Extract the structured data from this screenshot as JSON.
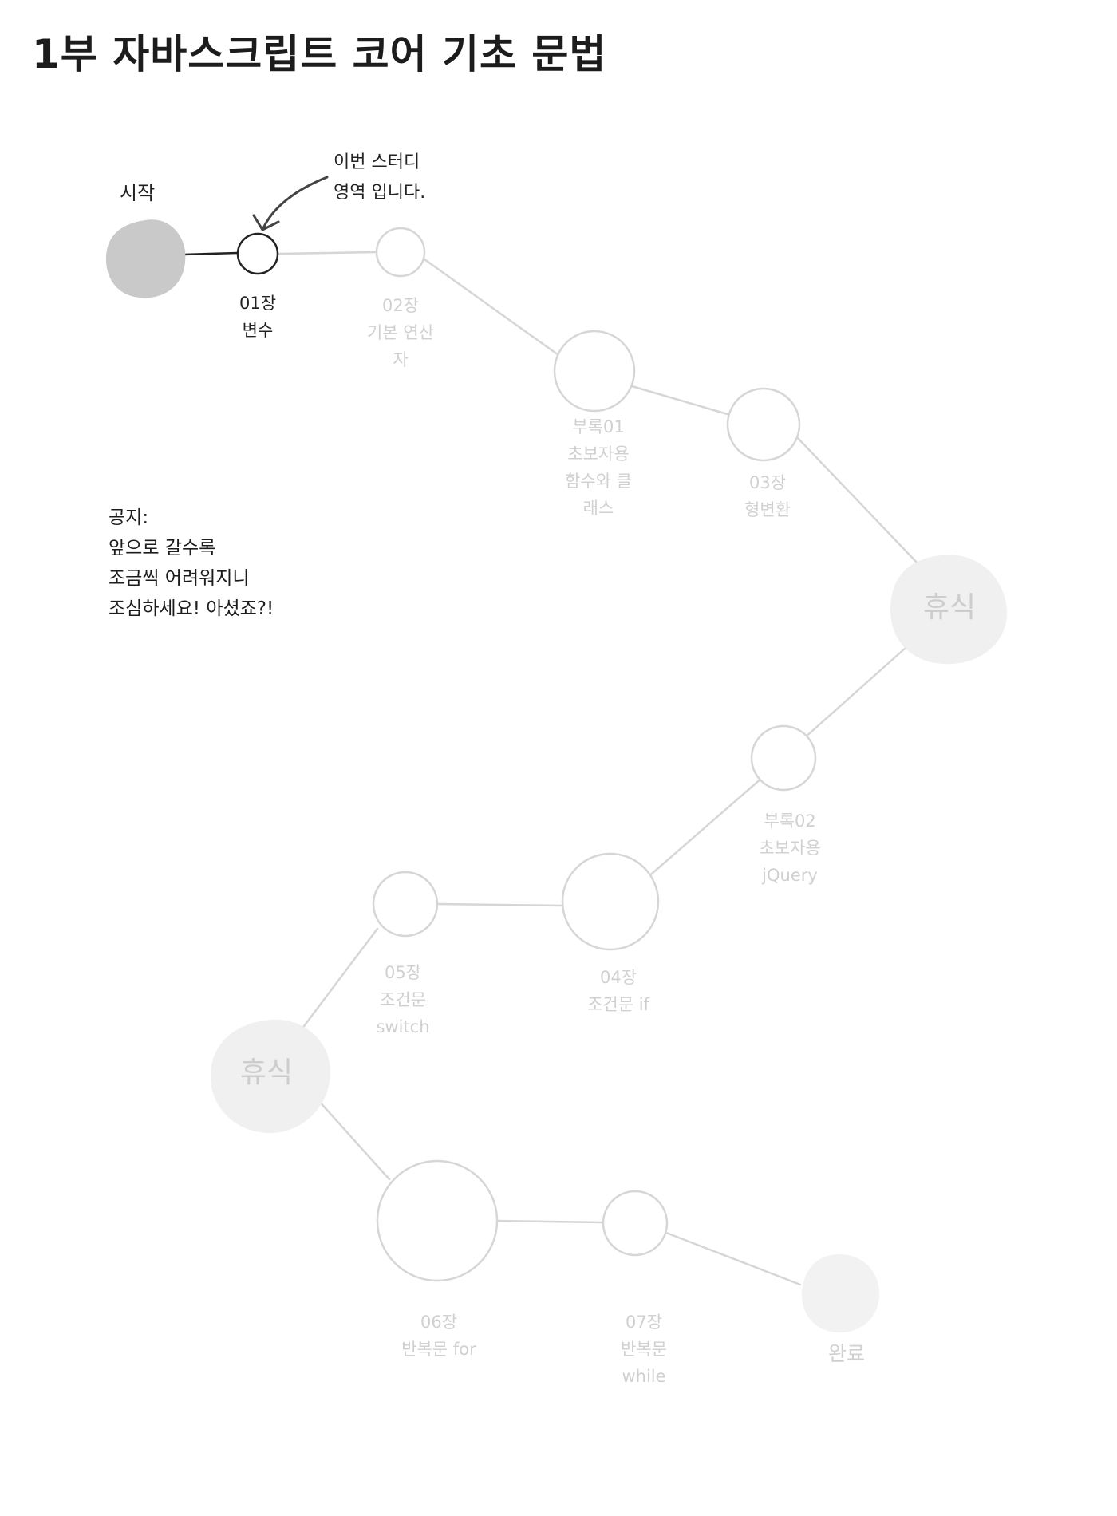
{
  "title": "1부 자바스크립트 코어 기초 문법",
  "start_label": "시작",
  "callout": {
    "line1": "이번 스터디",
    "line2": "영역 입니다."
  },
  "notice": {
    "heading": "공지:",
    "line1": "앞으로 갈수록",
    "line2": "조금씩 어려워지니",
    "line3": "조심하세요! 아셨죠?!"
  },
  "nodes": {
    "ch01": {
      "line1": "01장",
      "line2": "변수"
    },
    "ch02": {
      "line1": "02장",
      "line2": "기본 연산",
      "line3": "자"
    },
    "app01": {
      "line1": "부록01",
      "line2": "초보자용",
      "line3": "함수와 클",
      "line4": "래스"
    },
    "ch03": {
      "line1": "03장",
      "line2": "형변환"
    },
    "rest1": {
      "line1": "휴식"
    },
    "app02": {
      "line1": "부록02",
      "line2": "초보자용",
      "line3": "jQuery"
    },
    "ch04": {
      "line1": "04장",
      "line2": "조건문 if"
    },
    "ch05": {
      "line1": "05장",
      "line2": "조건문",
      "line3": "switch"
    },
    "rest2": {
      "line1": "휴식"
    },
    "ch06": {
      "line1": "06장",
      "line2": "반복문 for"
    },
    "ch07": {
      "line1": "07장",
      "line2": "반복문",
      "line3": "while"
    },
    "done": {
      "line1": "완료"
    }
  },
  "colors": {
    "start_fill": "#c9c9c9",
    "rest_fill": "#f0f0f0",
    "done_fill": "#f2f2f2",
    "path_inactive": "#d6d6d6",
    "active_stroke": "#222222",
    "inactive_label": "#d0d0d0"
  }
}
